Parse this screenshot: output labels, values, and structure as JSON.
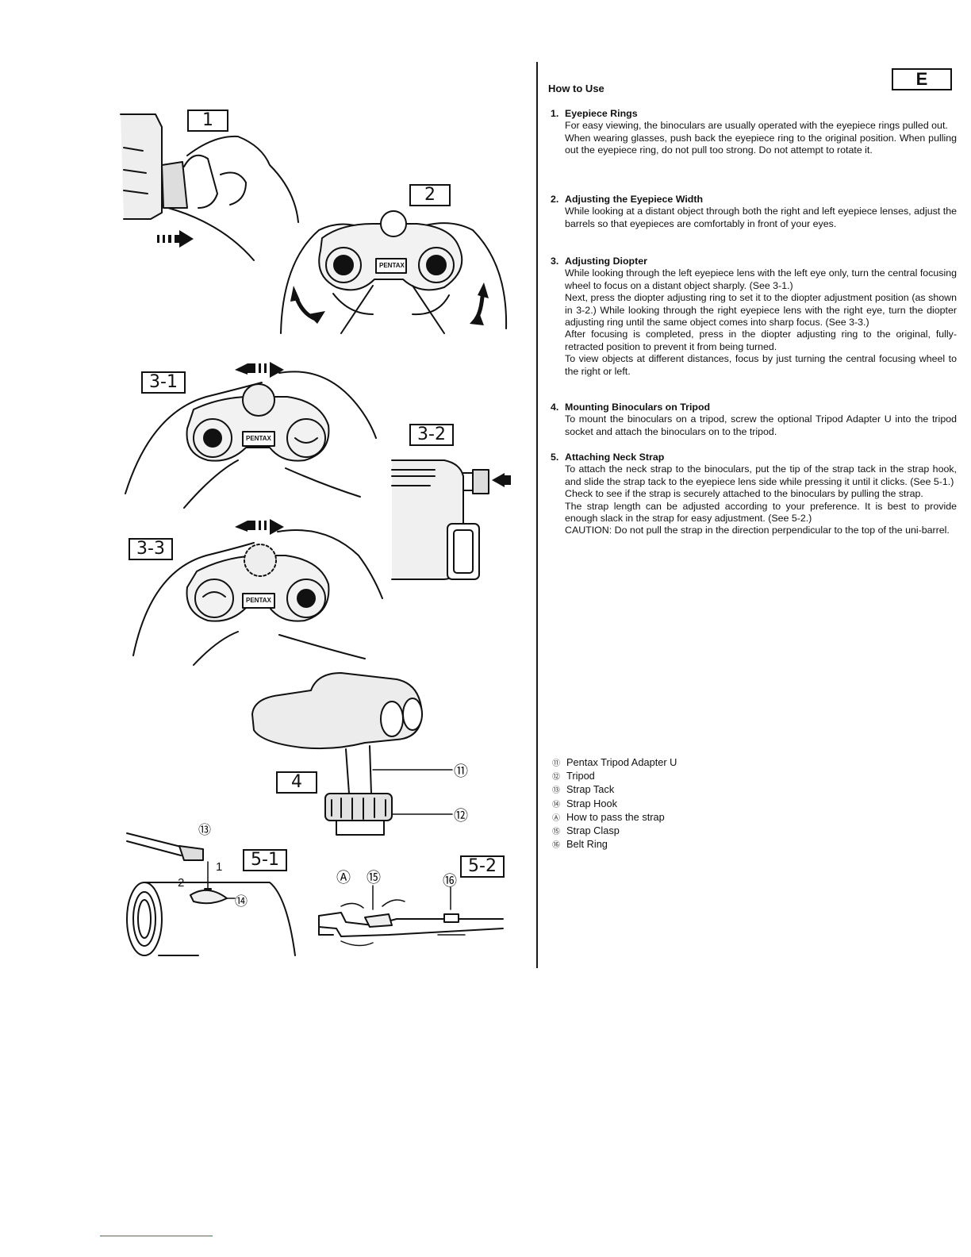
{
  "page": {
    "lang_box": "E",
    "section_title": "How to Use"
  },
  "figures": {
    "fig1": "1",
    "fig2": "2",
    "fig31": "3-1",
    "fig32": "3-2",
    "fig33": "3-3",
    "fig4": "4",
    "fig51": "5-1",
    "fig52": "5-2",
    "brand": "PENTAX",
    "callout_11": "⑪",
    "callout_12": "⑫",
    "callout_13": "⑬",
    "callout_14": "⑭",
    "callout_15": "⑮",
    "callout_16": "⑯",
    "callout_a": "Ⓐ",
    "step_1": "1",
    "step_2": "2"
  },
  "items": [
    {
      "num": "1.",
      "title": "Eyepiece Rings",
      "paras": [
        "For easy viewing, the binoculars are usually operated with the eyepiece rings pulled out.",
        "When wearing glasses, push back the eyepiece ring to the original position. When pulling out the eyepiece ring, do not pull too strong.  Do not attempt to rotate it."
      ]
    },
    {
      "num": "2.",
      "title": "Adjusting the Eyepiece Width",
      "paras": [
        "While looking at a distant object through both the right and left eyepiece lenses, adjust the barrels so that eyepieces are comfortably in front of your eyes."
      ]
    },
    {
      "num": "3.",
      "title": "Adjusting Diopter",
      "paras": [
        "While looking through the left eyepiece lens with the left eye only, turn the central focusing wheel to focus on a distant object sharply.  (See 3-1.)",
        "Next, press the diopter adjusting ring to set it to the diopter adjustment position (as shown in 3-2.) While looking through the right eyepiece lens with the right eye, turn the diopter adjusting ring until the same object comes into sharp focus. (See 3-3.)",
        "After focusing is completed, press in the diopter adjusting ring to the original, fully-retracted position to prevent it from being turned.",
        "To view objects at different distances, focus by just turning the central focusing wheel to the right or left."
      ]
    },
    {
      "num": "4.",
      "title": "Mounting Binoculars on Tripod",
      "paras": [
        "To mount the binoculars on a tripod, screw the optional Tripod Adapter U into the tripod socket and attach the binoculars on to the tripod."
      ]
    },
    {
      "num": "5.",
      "title": "Attaching Neck Strap",
      "paras": [
        "To attach the neck strap to the binoculars, put the tip of the strap tack in the strap hook, and slide the strap tack to the eyepiece lens side while pressing it until it clicks.  (See 5-1.)",
        "Check to see if the strap is securely attached to the binoculars by pulling the strap.",
        "The strap length can be adjusted according to your preference.  It is best to provide enough slack in the strap for easy adjustment.  (See 5-2.)",
        "CAUTION:  Do not pull the strap in the direction perpendicular to the top of the uni-barrel."
      ]
    }
  ],
  "legend": [
    {
      "marker": "⑪",
      "label": "Pentax Tripod Adapter U"
    },
    {
      "marker": "⑫",
      "label": "Tripod"
    },
    {
      "marker": "⑬",
      "label": "Strap Tack"
    },
    {
      "marker": "⑭",
      "label": "Strap Hook"
    },
    {
      "marker": "Ⓐ",
      "label": "How to pass the strap"
    },
    {
      "marker": "⑮",
      "label": "Strap Clasp"
    },
    {
      "marker": "⑯",
      "label": "Belt Ring"
    }
  ]
}
